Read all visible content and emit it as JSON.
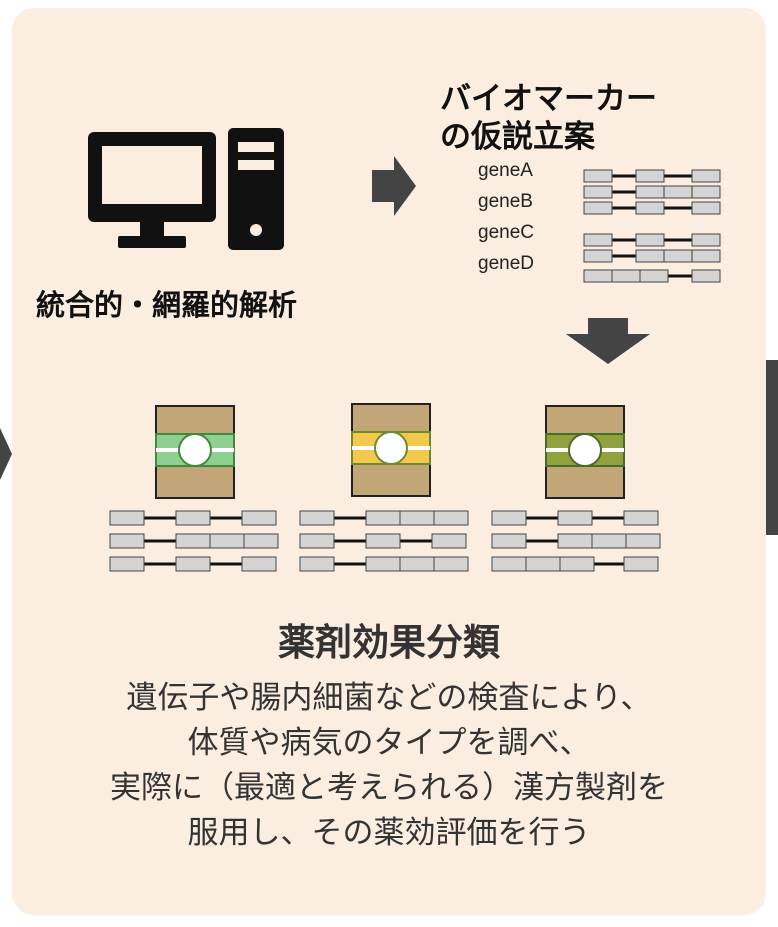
{
  "panel": {
    "background": "#fbeee0",
    "heading": {
      "line1": "バイオマーカー",
      "line2": "の仮説立案"
    },
    "analysis_label": "統合的・網羅的解析",
    "gene_labels": [
      "geneA",
      "geneB",
      "geneC",
      "geneD"
    ],
    "category_title": "薬剤効果分類",
    "description": [
      "遺伝子や腸内細菌などの検査により、",
      "体質や病気のタイプを調べ、",
      "実際に（最適と考えられる）漢方製剤を",
      "服用し、その薬効評価を行う"
    ],
    "medicine_band_colors": [
      "#8fcf8f",
      "#f2c94c",
      "#8fa23c"
    ],
    "colors": {
      "box": "#c2a678",
      "gene_block": "#d4d4d4",
      "arrow": "#444444"
    },
    "icons": [
      "computer-icon",
      "right-arrow-icon",
      "down-arrow-icon",
      "medicine-box-icon"
    ]
  }
}
